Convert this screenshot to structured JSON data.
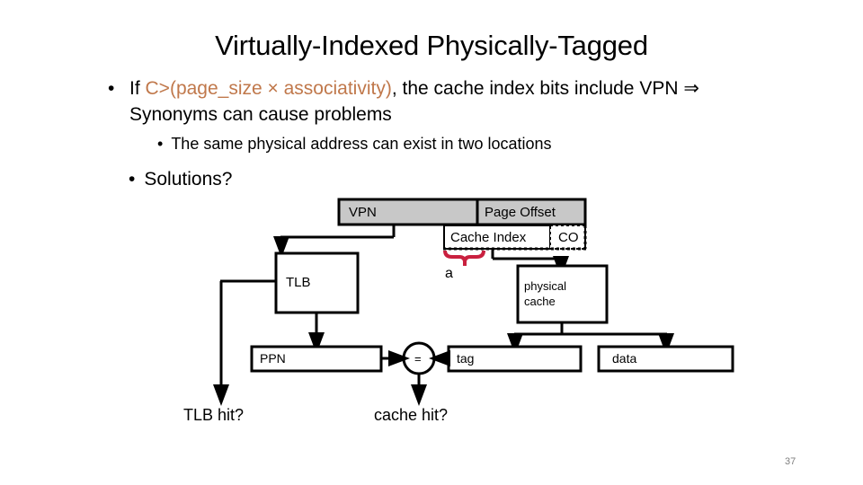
{
  "slide": {
    "title": "Virtually-Indexed Physically-Tagged",
    "page_number": "37",
    "accent_color": "#C0784B",
    "brace_color": "#C9203F",
    "bar_fill_color": "#C8C8C8"
  },
  "bullets": {
    "marker": "•",
    "level1": {
      "accent_text": "C>(page_size × associativity)",
      "prefix": "If ",
      "suffix": ", the cache index bits include VPN ⇒ Synonyms can cause problems"
    },
    "level2": {
      "text": "The same physical address can exist in two locations"
    },
    "solutions": {
      "text": "Solutions?"
    }
  },
  "diagram": {
    "address_bar": {
      "vpn": "VPN",
      "page_offset": "Page Offset"
    },
    "index_bar": {
      "cache_index": "Cache Index",
      "cache_offset": "CO"
    },
    "brace_label": "a",
    "boxes": {
      "tlb": "TLB",
      "physical_cache": "physical\ncache",
      "ppn": "PPN",
      "comparator": "=",
      "tag": "tag",
      "data": "data"
    },
    "outputs": {
      "tlb_hit": "TLB hit?",
      "cache_hit": "cache hit?"
    }
  }
}
